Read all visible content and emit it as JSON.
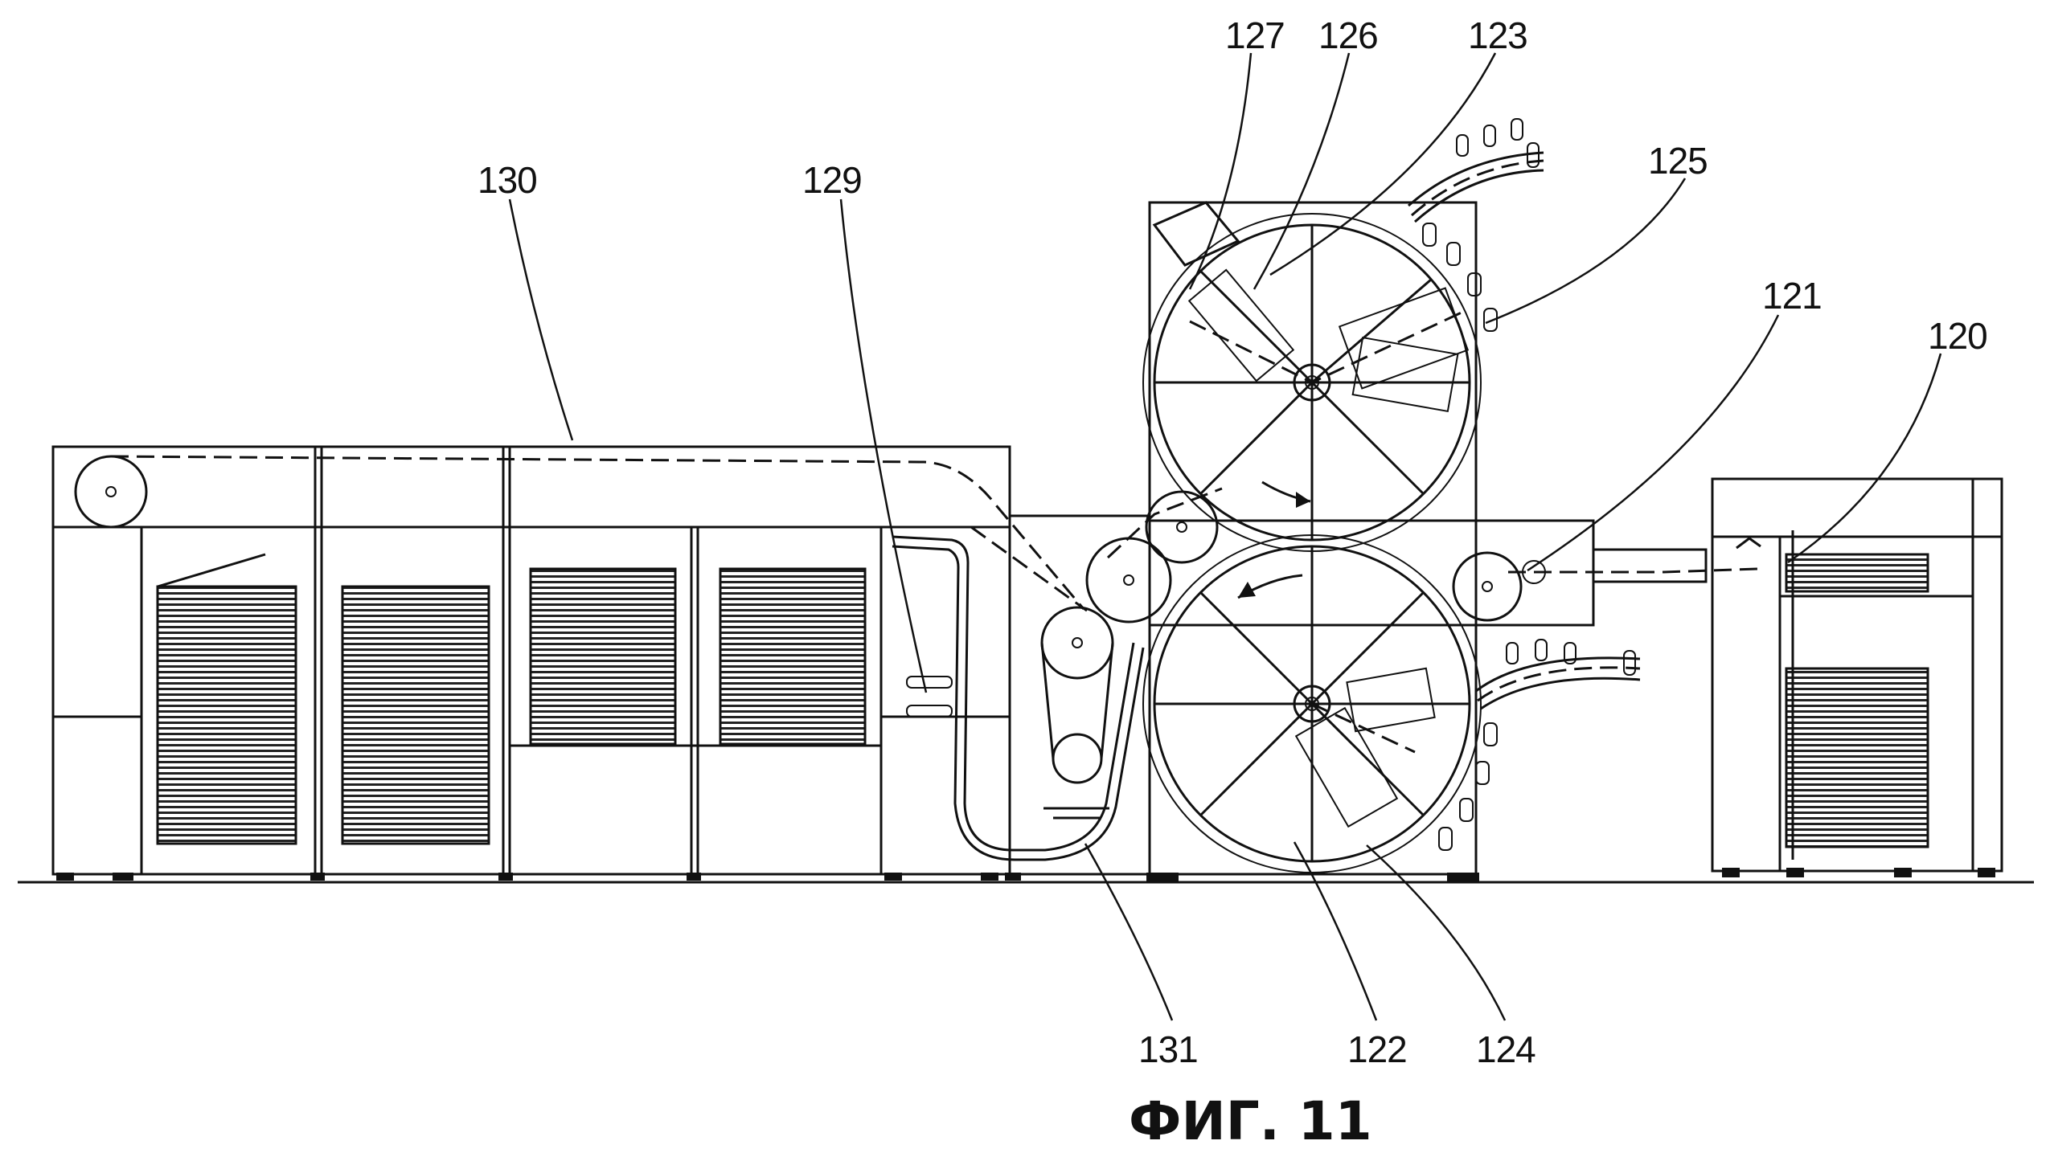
{
  "labels": {
    "l120": "120",
    "l121": "121",
    "l122": "122",
    "l123": "123",
    "l124": "124",
    "l125": "125",
    "l126": "126",
    "l127": "127",
    "l129": "129",
    "l130": "130",
    "l131": "131"
  },
  "caption": "ФИГ. 11",
  "colors": {
    "ink": "#111111",
    "paper": "#ffffff"
  }
}
